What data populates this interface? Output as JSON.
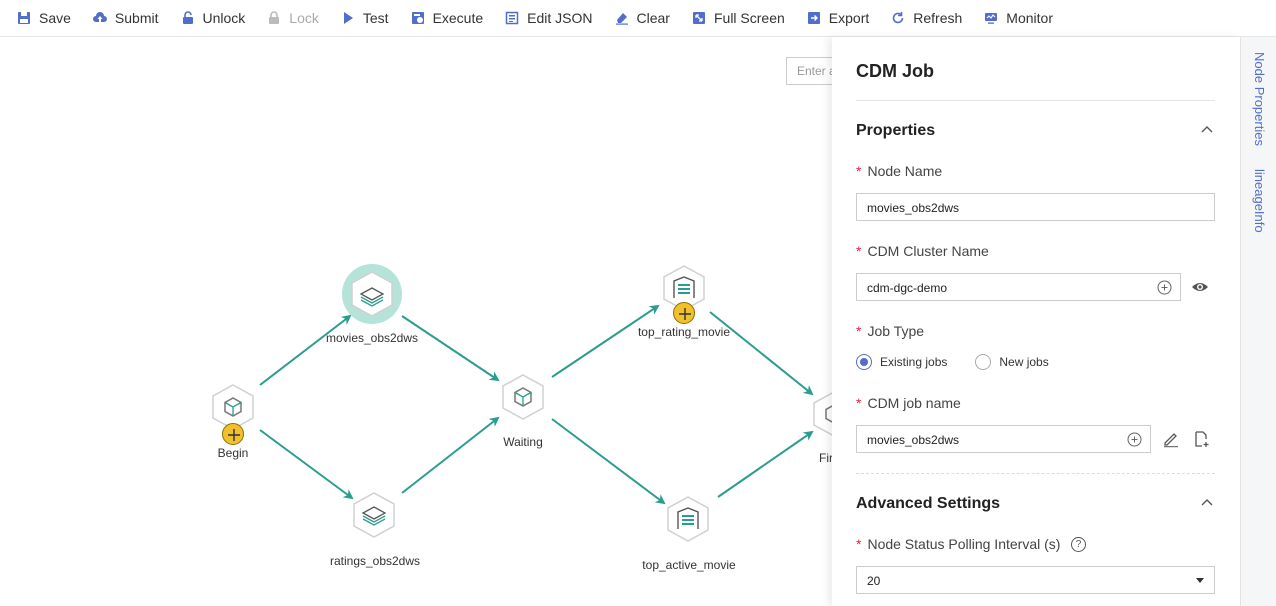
{
  "toolbar": {
    "save": "Save",
    "submit": "Submit",
    "unlock": "Unlock",
    "lock": "Lock",
    "test": "Test",
    "execute": "Execute",
    "edit_json": "Edit JSON",
    "clear": "Clear",
    "full_screen": "Full Screen",
    "export": "Export",
    "refresh": "Refresh",
    "monitor": "Monitor"
  },
  "canvas": {
    "search_placeholder": "Enter a",
    "nodes": {
      "begin": "Begin",
      "movies_obs2dws": "movies_obs2dws",
      "ratings_obs2dws": "ratings_obs2dws",
      "waiting": "Waiting",
      "top_rating_movie": "top_rating_movie",
      "top_active_movie": "top_active_movie",
      "finish": "Fir"
    }
  },
  "panel": {
    "title": "CDM Job",
    "properties": {
      "title": "Properties",
      "node_name_label": "Node Name",
      "node_name_value": "movies_obs2dws",
      "cluster_label": "CDM Cluster Name",
      "cluster_value": "cdm-dgc-demo",
      "job_type_label": "Job Type",
      "job_type_existing": "Existing jobs",
      "job_type_new": "New jobs",
      "job_name_label": "CDM job name",
      "job_name_value": "movies_obs2dws"
    },
    "advanced": {
      "title": "Advanced Settings",
      "polling_label": "Node Status Polling Interval (s)",
      "polling_value": "20"
    }
  },
  "rail": {
    "node_properties": "Node Properties",
    "lineage_info": "lineageInfo"
  },
  "colors": {
    "accent": "#526ecc",
    "edge": "#2a9d8f",
    "required": "#e23333",
    "badge": "#f0c12c"
  }
}
